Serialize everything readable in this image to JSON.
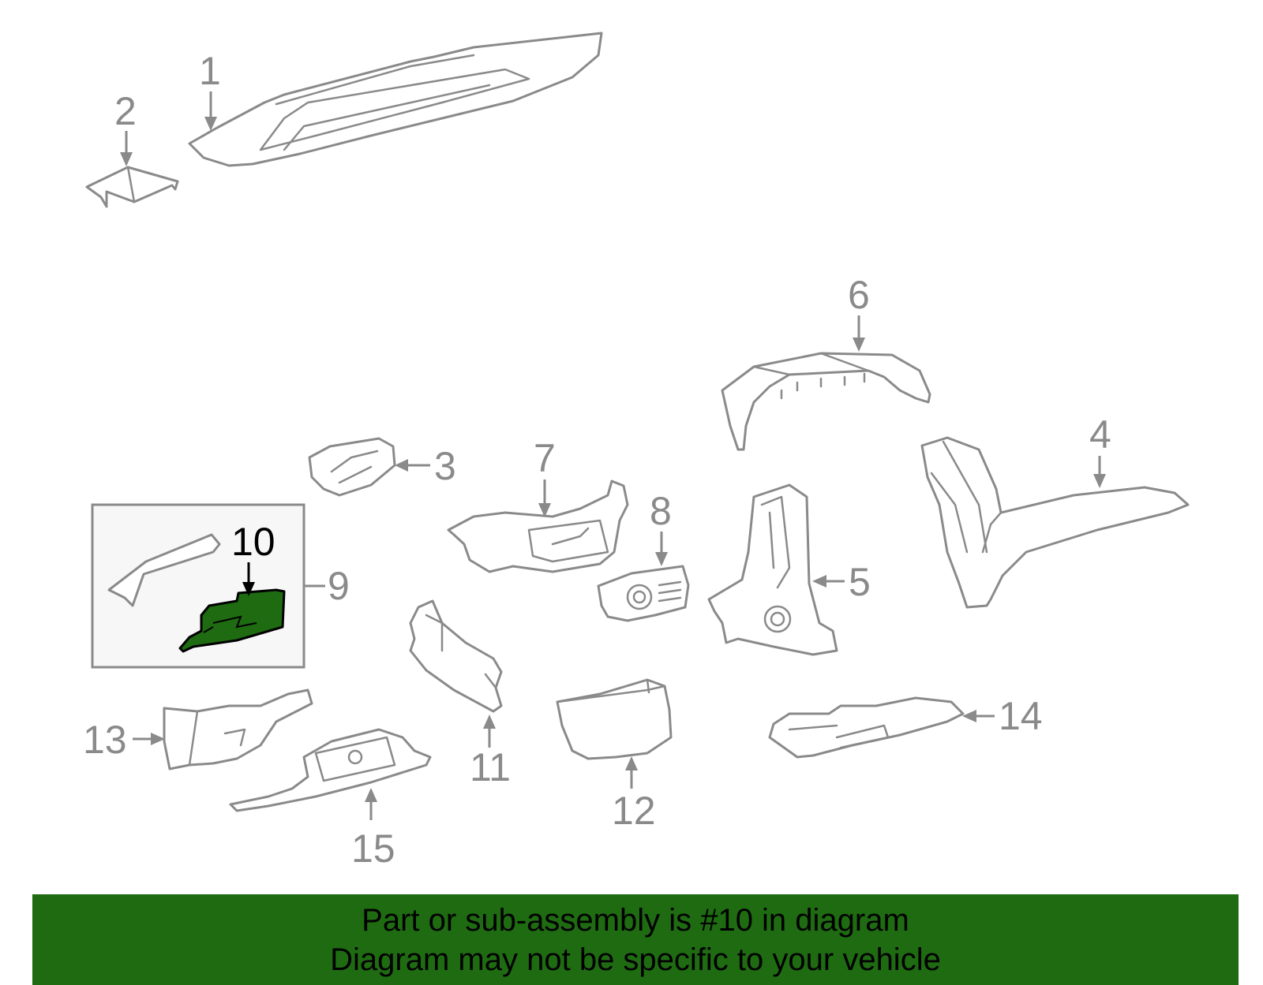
{
  "diagram": {
    "highlighted_part": "10",
    "colors": {
      "highlight_fill": "#1f6b12",
      "part_stroke": "#8a8a8a",
      "banner_background": "#1f6b12"
    },
    "callouts": {
      "c1": "1",
      "c2": "2",
      "c3": "3",
      "c4": "4",
      "c5": "5",
      "c6": "6",
      "c7": "7",
      "c8": "8",
      "c9": "9",
      "c10": "10",
      "c11": "11",
      "c12": "12",
      "c13": "13",
      "c14": "14",
      "c15": "15"
    }
  },
  "banner": {
    "line1": "Part or sub-assembly is #10 in diagram",
    "line2": "Diagram may not be specific to your vehicle"
  }
}
